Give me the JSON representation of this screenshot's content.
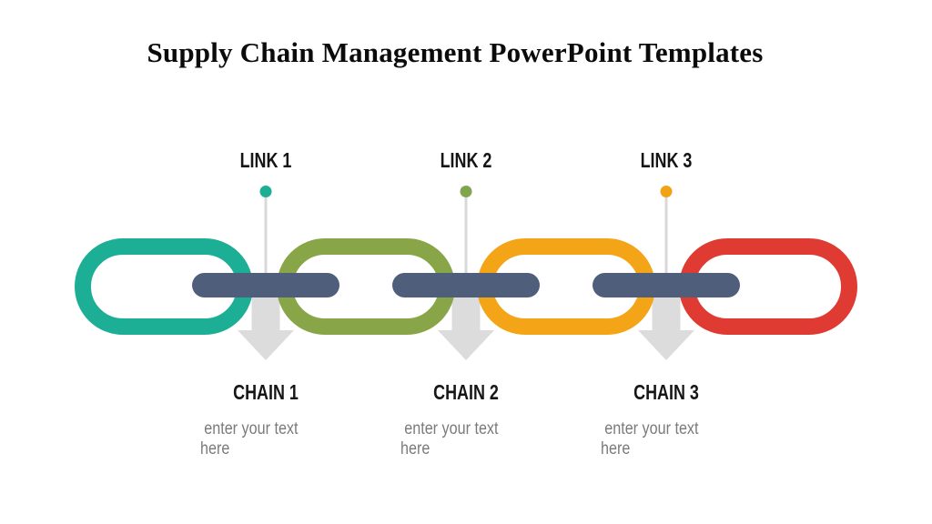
{
  "slide": {
    "title": "Supply Chain Management PowerPoint Templates"
  },
  "diagram": {
    "columns": [
      {
        "link_label": "LINK 1",
        "chain_label": "CHAIN 1",
        "placeholder": "enter your text here",
        "dot_color": "#1caf95"
      },
      {
        "link_label": "LINK 2",
        "chain_label": "CHAIN 2",
        "placeholder": "enter your text here",
        "dot_color": "#7fa64f"
      },
      {
        "link_label": "LINK 3",
        "chain_label": "CHAIN 3",
        "placeholder": "enter your text here",
        "dot_color": "#f2a315"
      }
    ],
    "rings": [
      {
        "name": "teal-link",
        "color": "#1caf95"
      },
      {
        "name": "olive-link",
        "color": "#88a647"
      },
      {
        "name": "orange-link",
        "color": "#f4a517"
      },
      {
        "name": "red-link",
        "color": "#df3b32"
      }
    ],
    "colors": {
      "connector": "#4f5e7b",
      "arrow": "#dcdcdc",
      "guide_line": "#d8d8d8"
    }
  }
}
